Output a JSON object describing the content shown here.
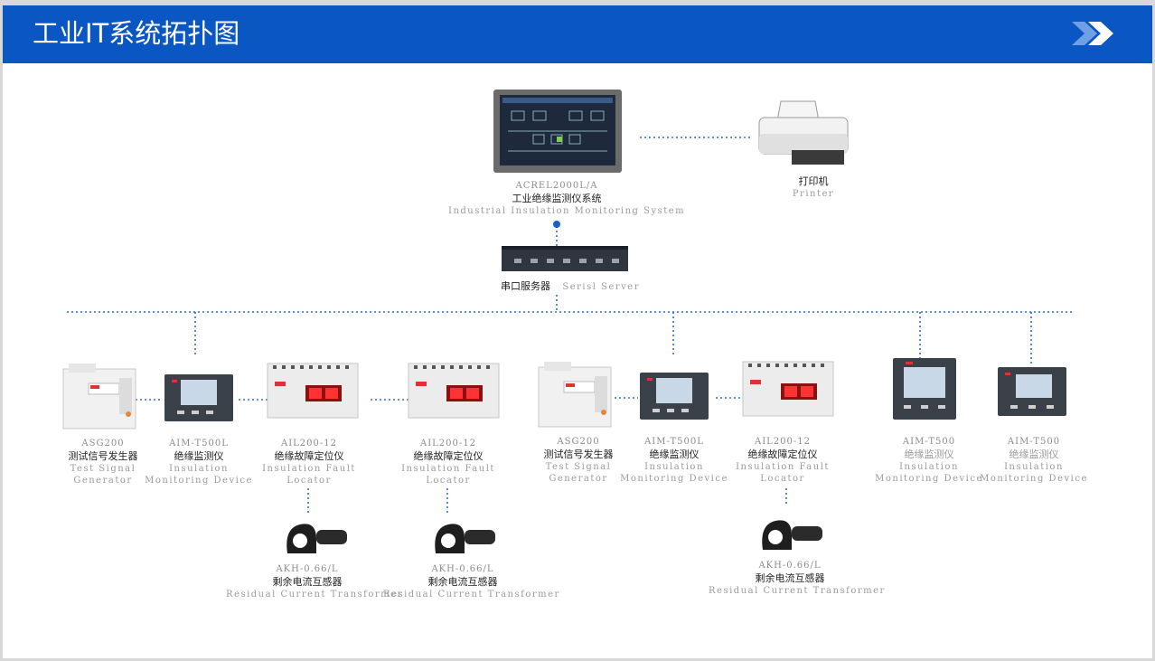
{
  "title": "工业IT系统拓扑图",
  "colors": {
    "header": "#0a56c2",
    "link": "#2b6fcf"
  },
  "system": {
    "model": "ACREL2000L/A",
    "cn": "工业绝缘监测仪系统",
    "en": "Industrial Insulation Monitoring System"
  },
  "printer": {
    "cn": "打印机",
    "en": "Printer"
  },
  "server": {
    "cn": "串口服务器",
    "en": "Serisl Server"
  },
  "devices": [
    {
      "model": "ASG200",
      "cn": "测试信号发生器",
      "en1": "Test Signal",
      "en2": "Generator"
    },
    {
      "model": "AIM-T500L",
      "cn": "绝缘监测仪",
      "en1": "Insulation",
      "en2": "Monitoring Device"
    },
    {
      "model": "AIL200-12",
      "cn": "绝缘故障定位仪",
      "en1": "Insulation Fault",
      "en2": "Locator"
    },
    {
      "model": "AIL200-12",
      "cn": "绝缘故障定位仪",
      "en1": "Insulation Fault",
      "en2": "Locator"
    },
    {
      "model": "ASG200",
      "cn": "测试信号发生器",
      "en1": "Test Signal",
      "en2": "Generator"
    },
    {
      "model": "AIM-T500L",
      "cn": "绝缘监测仪",
      "en1": "Insulation",
      "en2": "Monitoring Device"
    },
    {
      "model": "AIL200-12",
      "cn": "绝缘故障定位仪",
      "en1": "Insulation Fault",
      "en2": "Locator"
    },
    {
      "model": "AIM-T500",
      "cn": "绝缘监测仪",
      "en1": "Insulation",
      "en2": "Monitoring Device"
    },
    {
      "model": "AIM-T500",
      "cn": "绝缘监测仪",
      "en1": "Insulation",
      "en2": "Monitoring Device"
    }
  ],
  "transformers": [
    {
      "model": "AKH-0.66/L",
      "cn": "剩余电流互感器",
      "en": "Residual Current Transformer"
    },
    {
      "model": "AKH-0.66/L",
      "cn": "剩余电流互感器",
      "en": "Residual Current Transformer"
    },
    {
      "model": "AKH-0.66/L",
      "cn": "剩余电流互感器",
      "en": "Residual Current Transformer"
    }
  ]
}
